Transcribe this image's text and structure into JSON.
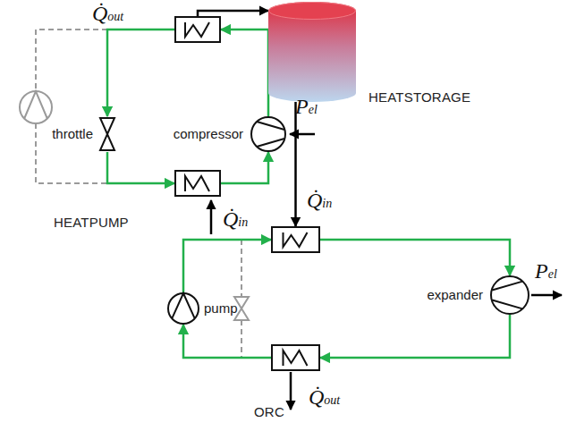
{
  "diagram": {
    "nodes": [
      {
        "text": [
          "Q̇out"
        ]
      },
      {
        "text": [
          "HEATSTORAGE"
        ]
      },
      {
        "text": [
          "throttle"
        ]
      },
      {
        "text": [
          "compressor"
        ]
      },
      {
        "text": [
          "Q̇in"
        ]
      },
      {
        "text": [
          "Q̇in"
        ]
      },
      {
        "text": [
          "pump"
        ]
      },
      {
        "text": [
          "expander"
        ]
      },
      {
        "text": [
          "Q̇out"
        ]
      }
    ],
    "edges": [
      {
        "from": 0,
        "to": 1,
        "arrow": "to"
      },
      {
        "from": 1,
        "to": 5,
        "arrow": "to"
      },
      {
        "from": 0,
        "to": 2,
        "arrow": "to"
      },
      {
        "from": 2,
        "to": 4,
        "arrow": "to"
      },
      {
        "from": 4,
        "to": 3,
        "arrow": "to"
      },
      {
        "from": 3,
        "to": 0,
        "arrow": "to"
      },
      {
        "from": 6,
        "to": 5,
        "arrow": "to"
      },
      {
        "from": 5,
        "to": 7,
        "arrow": "to"
      },
      {
        "from": 7,
        "to": 8,
        "arrow": "to"
      },
      {
        "from": 8,
        "to": 6,
        "arrow": "to"
      }
    ],
    "labels": [
      "Pel",
      "HEATPUMP",
      "Pel",
      "ORC"
    ]
  }
}
